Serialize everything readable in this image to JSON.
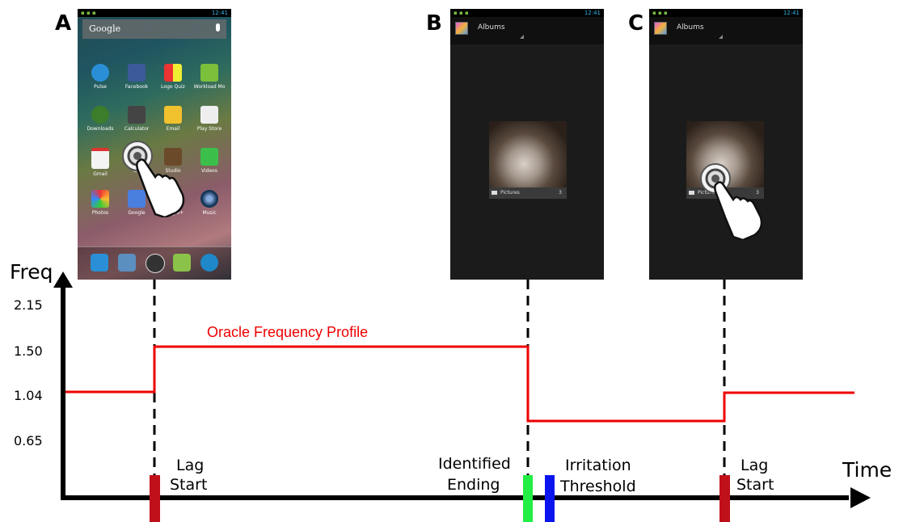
{
  "panels": [
    {
      "letter": "A",
      "screen": "home"
    },
    {
      "letter": "B",
      "screen": "gallery"
    },
    {
      "letter": "C",
      "screen": "gallery"
    }
  ],
  "phone_status": {
    "time": "12:41"
  },
  "home_screen": {
    "search_label": "Google",
    "apps": [
      "Pulse",
      "Facebook",
      "Logo Quiz",
      "Workload Mo",
      "Downloads",
      "Calculator",
      "Email",
      "Play Store",
      "Gmail",
      "Ga",
      "Studio",
      "Videos",
      "Photos",
      "Google",
      "Google+",
      "Music"
    ]
  },
  "gallery_screen": {
    "title": "Albums",
    "album_name": "Pictures",
    "album_count": "3"
  },
  "chart": {
    "y_axis_label": "Freq",
    "x_axis_label": "Time",
    "y_ticks": [
      "2.15",
      "1.50",
      "1.04",
      "0.65"
    ],
    "profile_label": "Oracle Frequency Profile",
    "profile_color": "#ee0000",
    "profile_levels": [
      1.04,
      1.5,
      0.75,
      1.04
    ],
    "events": [
      {
        "label_line1": "Lag",
        "label_line2": "Start",
        "color": "#c0101a"
      },
      {
        "label_line1": "Identified",
        "label_line2": "Ending",
        "color": "#22ee44"
      },
      {
        "label_line1": "Irritation",
        "label_line2": "Threshold",
        "color": "#0a14ee"
      },
      {
        "label_line1": "Lag",
        "label_line2": "Start",
        "color": "#c0101a"
      }
    ]
  }
}
